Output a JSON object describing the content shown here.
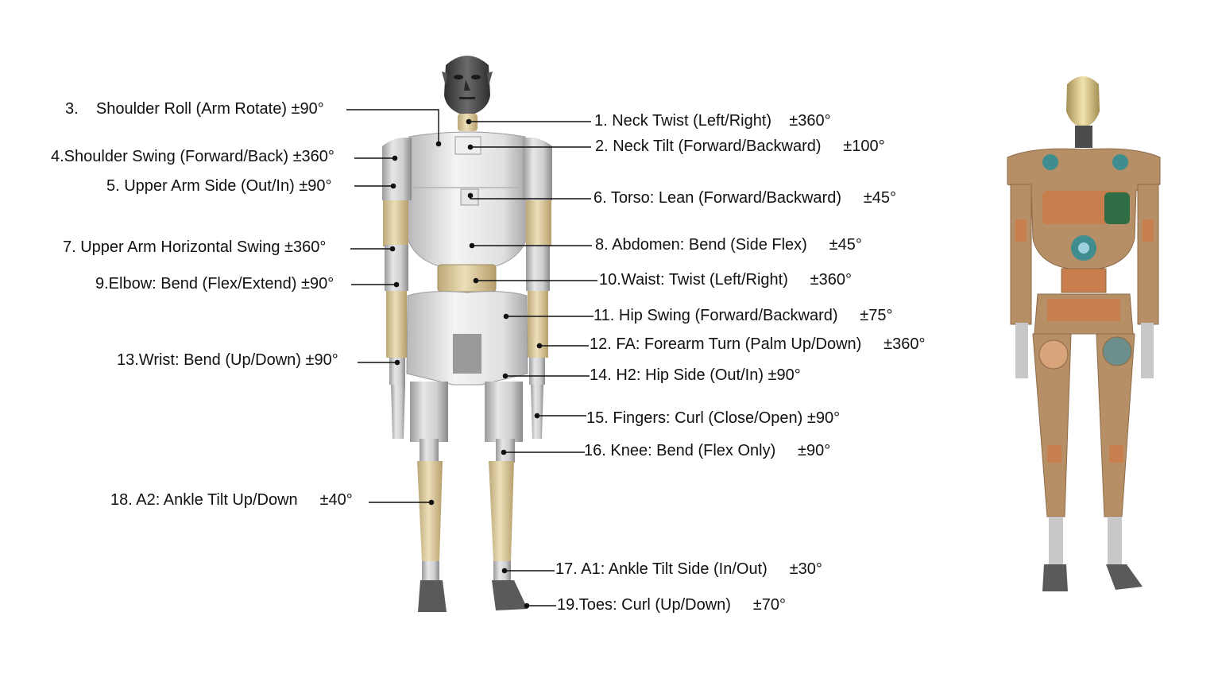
{
  "labels": [
    {
      "id": "j3",
      "name": "3.    Shoulder Roll (Arm Rotate) ±90°"
    },
    {
      "id": "j4",
      "name": "4.Shoulder Swing (Forward/Back) ±360°"
    },
    {
      "id": "j5",
      "name": "5. Upper Arm Side (Out/In) ±90°"
    },
    {
      "id": "j7",
      "name": "7. Upper Arm Horizontal Swing ±360°"
    },
    {
      "id": "j9",
      "name": "9.Elbow: Bend (Flex/Extend) ±90°"
    },
    {
      "id": "j13",
      "name": "13.Wrist: Bend (Up/Down) ±90°"
    },
    {
      "id": "j18",
      "name": "18. A2: Ankle Tilt Up/Down     ±40°"
    },
    {
      "id": "j1",
      "name": "1. Neck Twist (Left/Right)    ±360°"
    },
    {
      "id": "j2",
      "name": "2. Neck Tilt (Forward/Backward)     ±100°"
    },
    {
      "id": "j6",
      "name": "6. Torso: Lean (Forward/Backward)     ±45°"
    },
    {
      "id": "j8",
      "name": "8. Abdomen: Bend (Side Flex)     ±45°"
    },
    {
      "id": "j10",
      "name": "10.Waist: Twist (Left/Right)     ±360°"
    },
    {
      "id": "j11",
      "name": "11. Hip Swing (Forward/Backward)     ±75°"
    },
    {
      "id": "j12",
      "name": "12. FA: Forearm Turn (Palm Up/Down)     ±360°"
    },
    {
      "id": "j14",
      "name": "14. H2: Hip Side (Out/In) ±90°"
    },
    {
      "id": "j15",
      "name": "15. Fingers: Curl (Close/Open) ±90°"
    },
    {
      "id": "j16",
      "name": "16. Knee: Bend (Flex Only)     ±90°"
    },
    {
      "id": "j17",
      "name": "17. A1: Ankle Tilt Side (In/Out)     ±30°"
    },
    {
      "id": "j19",
      "name": "19.Toes: Curl (Up/Down)     ±70°"
    }
  ],
  "colors": {
    "silver": "#c9c9cb",
    "silver_dark": "#8d8d90",
    "gold": "#dccba0",
    "head": "#4a4a4a",
    "bronze": "#b9946e",
    "copper": "#c97e4e",
    "teal": "#3f8d8e",
    "green": "#2f6e44"
  }
}
